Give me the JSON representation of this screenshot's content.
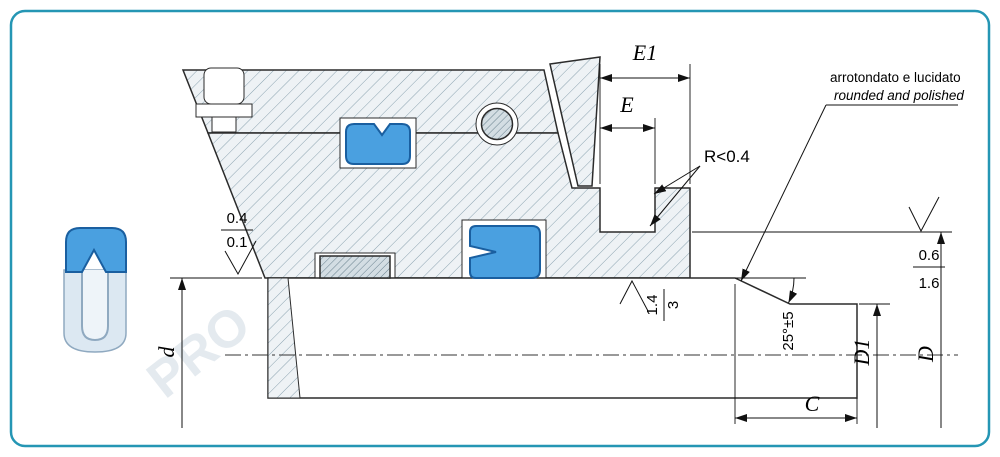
{
  "figure": {
    "kind": "rod-seal installation cross-section drawing",
    "border_color": "#2596b4",
    "background": "#ffffff"
  },
  "watermark": {
    "text": "PRO"
  },
  "labels": {
    "e1": "E1",
    "e": "E",
    "radius": "R<0.4",
    "angle": "25°±5",
    "d": "d",
    "d1": "D1",
    "D": "D",
    "c": "C"
  },
  "surface": {
    "left_top": "0.4",
    "left_bottom": "0.1",
    "mid_top": "1.4",
    "mid_bottom": "3",
    "right_top": "0.6",
    "right_bottom": "1.6"
  },
  "notes": {
    "line1": "arrotondato e lucidato",
    "line2": "rounded and polished"
  },
  "colors": {
    "border": "#2596b4",
    "seal_fill": "#4aa0e0",
    "seal_outline": "#1a5fa0",
    "steel_hatch": "#8ba3b0"
  }
}
